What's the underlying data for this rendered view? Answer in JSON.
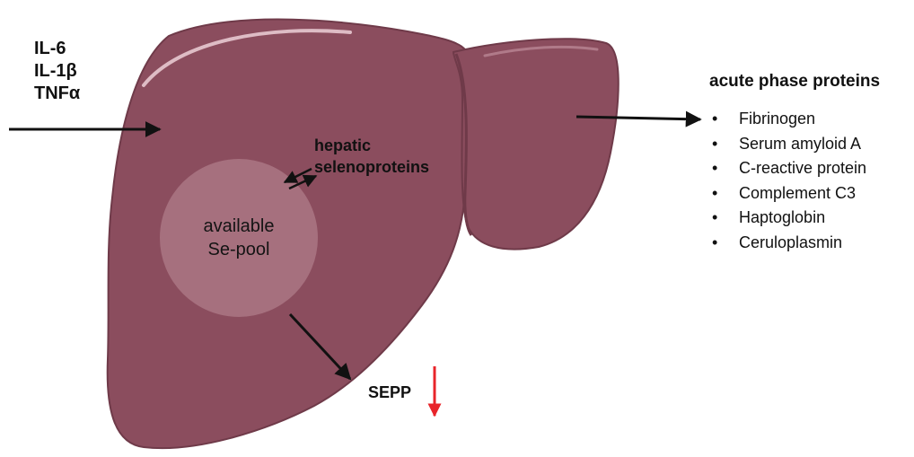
{
  "cytokines": [
    "IL-6",
    "IL-1β",
    "TNFα"
  ],
  "hepatic_label": [
    "hepatic",
    "selenoproteins"
  ],
  "pool_label": [
    "available",
    "Se-pool"
  ],
  "sepp_label": "SEPP",
  "acute_phase": {
    "title": "acute phase proteins",
    "items": [
      "Fibrinogen",
      "Serum amyloid A",
      "C-reactive protein",
      "Complement C3",
      "Haptoglobin",
      "Ceruloplasmin"
    ]
  },
  "colors": {
    "liver": "#8b4d5e",
    "liver_dark": "#6f3a49",
    "pool": "#a6707e",
    "arrow": "#111111",
    "down_arrow": "#e8242a"
  }
}
